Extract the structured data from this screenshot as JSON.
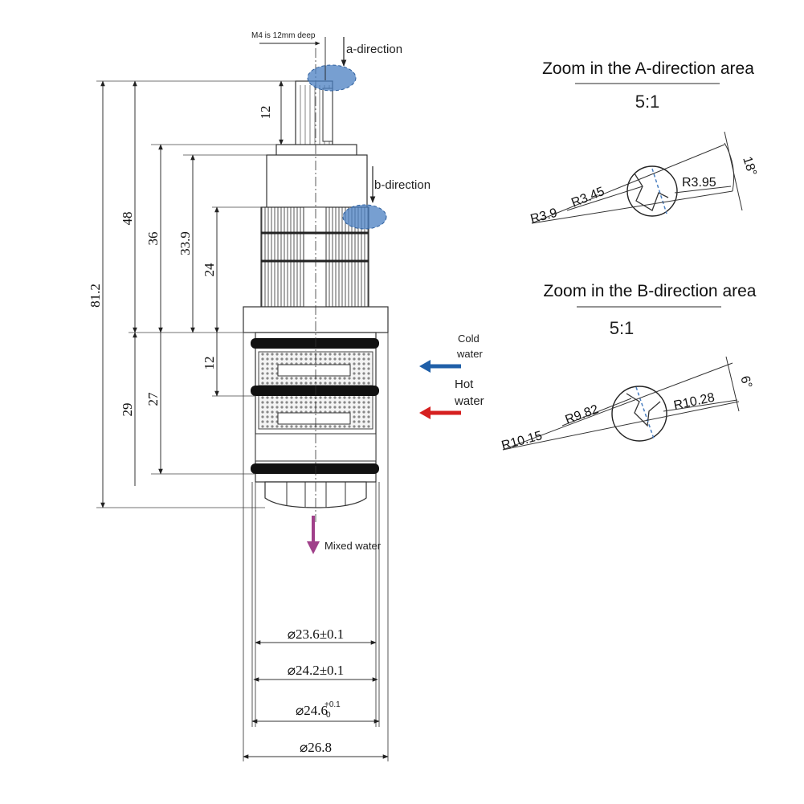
{
  "labels": {
    "m4_note": "M4 is 12mm deep",
    "a_direction": "a-direction",
    "b_direction": "b-direction",
    "cold_water_1": "Cold",
    "cold_water_2": "water",
    "hot_water_1": "Hot",
    "hot_water_2": "water",
    "mixed_water": "Mixed water"
  },
  "dimensions": {
    "d12_top": "12",
    "d48": "48",
    "d36": "36",
    "d33_9": "33.9",
    "d24": "24",
    "d81_2": "81.2",
    "d12_mid": "12",
    "d29": "29",
    "d27": "27",
    "dia_23_6": "⌀23.6±0.1",
    "dia_24_2": "⌀24.2±0.1",
    "dia_24_6": "⌀24.6",
    "dia_24_6_upper": "+0.1",
    "dia_24_6_lower": "0",
    "dia_26_8": "⌀26.8"
  },
  "zoom_a": {
    "title": "Zoom in the A-direction area",
    "scale": "5:1",
    "r1": "R3.9",
    "r2": "R3.45",
    "r3": "R3.95",
    "angle": "18°"
  },
  "zoom_b": {
    "title": "Zoom in the B-direction area",
    "scale": "5:1",
    "r1": "R10.15",
    "r2": "R9.82",
    "r3": "R10.28",
    "angle": "6°"
  },
  "colors": {
    "zoom_ellipse": "#4a7fc1",
    "cold_arrow": "#1f5fa8",
    "hot_arrow": "#d62020",
    "mixed_arrow": "#a0408a"
  }
}
